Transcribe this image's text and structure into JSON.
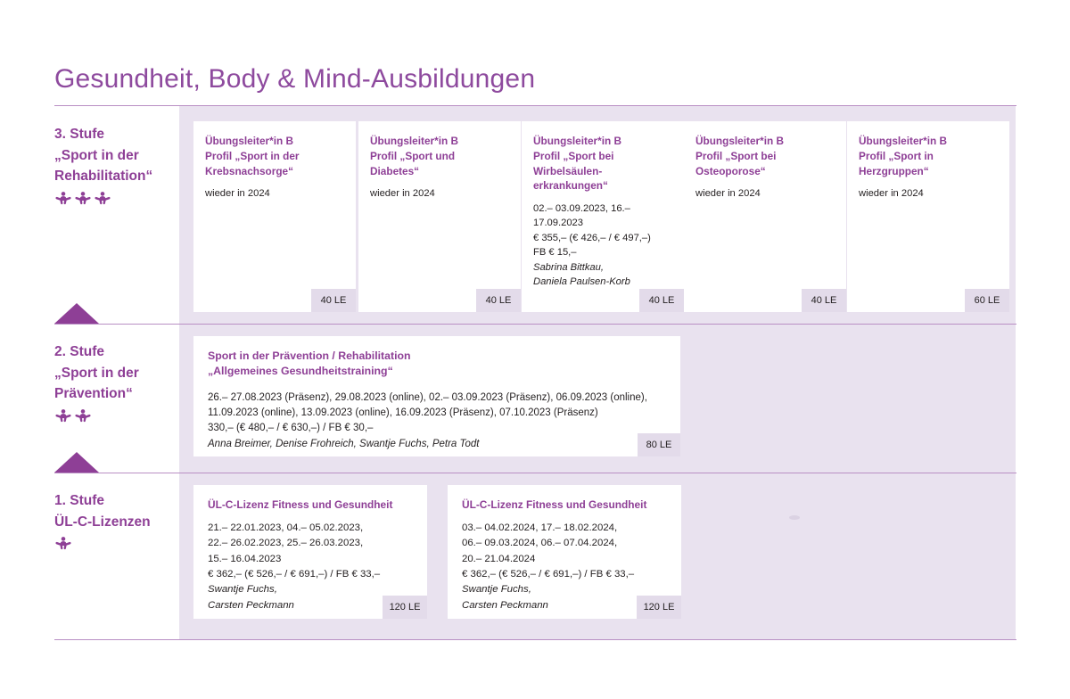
{
  "page": {
    "title": "Gesundheit, Body & Mind-Ausbildungen",
    "accent_color": "#8e3f96",
    "panel_color": "#e9e2ef",
    "badge_color": "#e3dbea",
    "rule_color": "#b98fc4",
    "card_color": "#ffffff"
  },
  "stages": [
    {
      "id": "stufe-3",
      "number": "3. Stufe",
      "name": "„Sport in der\nRehabilitation“",
      "icon": "person-jumping-icon",
      "icon_count": 3
    },
    {
      "id": "stufe-2",
      "number": "2. Stufe",
      "name": "„Sport in der\nPrävention“",
      "icon": "person-jumping-icon",
      "icon_count": 2
    },
    {
      "id": "stufe-1",
      "number": "1. Stufe",
      "name": "ÜL-C-Lizenzen",
      "icon": "person-jumping-icon",
      "icon_count": 1
    }
  ],
  "row3": {
    "cards": [
      {
        "title": "Übungsleiter*in B\nProfil „Sport in der\nKrebsnachsorge“",
        "body": "wieder in 2024",
        "names": "",
        "badge": "40 LE"
      },
      {
        "title": "Übungsleiter*in B\nProfil „Sport und\nDiabetes“",
        "body": "wieder in 2024",
        "names": "",
        "badge": "40 LE"
      },
      {
        "title": "Übungsleiter*in B\nProfil „Sport bei\nWirbelsäulen-\nerkrankungen“",
        "body": "02.– 03.09.2023, 16.– 17.09.2023\n€ 355,– (€ 426,– / € 497,–)\nFB € 15,–",
        "names": "Sabrina Bittkau,\nDaniela Paulsen-Korb",
        "badge": "40 LE"
      },
      {
        "title": "Übungsleiter*in B\nProfil „Sport bei\nOsteoporose“",
        "body": "wieder in 2024",
        "names": "",
        "badge": "40 LE"
      },
      {
        "title": "Übungsleiter*in B\nProfil „Sport in\nHerzgruppen“",
        "body": "wieder in 2024",
        "names": "",
        "badge": "60 LE"
      }
    ]
  },
  "row2": {
    "cards": [
      {
        "title": "Sport in der Prävention / Rehabilitation\n„Allgemeines Gesundheitstraining“",
        "body": "26.– 27.08.2023 (Präsenz), 29.08.2023 (online), 02.– 03.09.2023 (Präsenz), 06.09.2023 (online),\n11.09.2023 (online), 13.09.2023 (online), 16.09.2023 (Präsenz), 07.10.2023 (Präsenz)\n330,– (€ 480,– / € 630,–) / FB € 30,–",
        "names": "Anna Breimer, Denise Frohreich, Swantje Fuchs, Petra Todt",
        "badge": "80 LE"
      }
    ]
  },
  "row1": {
    "cards": [
      {
        "title": "ÜL-C-Lizenz Fitness und Gesundheit",
        "body": "21.– 22.01.2023, 04.– 05.02.2023,\n22.– 26.02.2023, 25.– 26.03.2023,\n15.– 16.04.2023\n€ 362,– (€ 526,– / € 691,–) / FB € 33,–",
        "names": "Swantje Fuchs,\nCarsten Peckmann",
        "badge": "120 LE"
      },
      {
        "title": "ÜL-C-Lizenz Fitness und Gesundheit",
        "body": "03.– 04.02.2024, 17.– 18.02.2024,\n06.– 09.03.2024, 06.– 07.04.2024,\n20.– 21.04.2024\n€ 362,– (€ 526,– / € 691,–) / FB € 33,–",
        "names": "Swantje Fuchs,\nCarsten Peckmann",
        "badge": "120 LE"
      }
    ]
  }
}
